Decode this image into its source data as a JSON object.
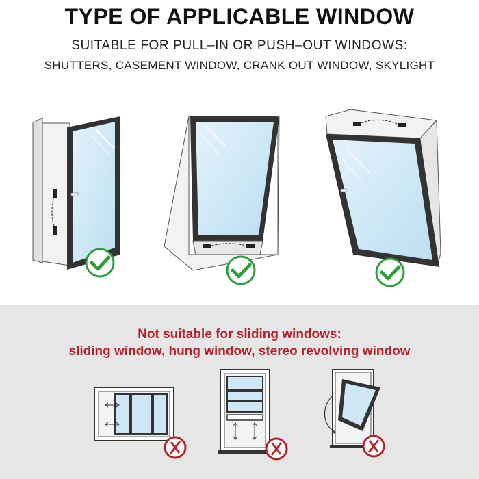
{
  "heading": {
    "title": "TYPE OF APPLICABLE WINDOW",
    "subtitle_line1": "SUITABLE FOR PULL–IN OR PUSH–OUT WINDOWS:",
    "subtitle_line2": "SHUTTERS, CASEMENT WINDOW, CRANK OUT WINDOW, SKYLIGHT"
  },
  "suitable_windows": [
    {
      "kind": "casement window",
      "icon": "check-icon",
      "color": "#2e9e3a"
    },
    {
      "kind": "crank out window",
      "icon": "check-icon",
      "color": "#2e9e3a"
    },
    {
      "kind": "skylight",
      "icon": "check-icon",
      "color": "#2e9e3a"
    }
  ],
  "unsuitable": {
    "line1": "Not suitable for sliding windows:",
    "line2": "sliding window, hung window, stereo revolving window",
    "color": "#b5232a",
    "panel_color": "#e6e6e6",
    "windows": [
      {
        "kind": "sliding window",
        "icon": "cross-icon"
      },
      {
        "kind": "hung window",
        "icon": "cross-icon"
      },
      {
        "kind": "stereo revolving window",
        "icon": "cross-icon"
      }
    ]
  },
  "colors": {
    "glass": "#cfe7f5",
    "frame": "#3b3b3b",
    "fabric": "#f2f2f2"
  }
}
